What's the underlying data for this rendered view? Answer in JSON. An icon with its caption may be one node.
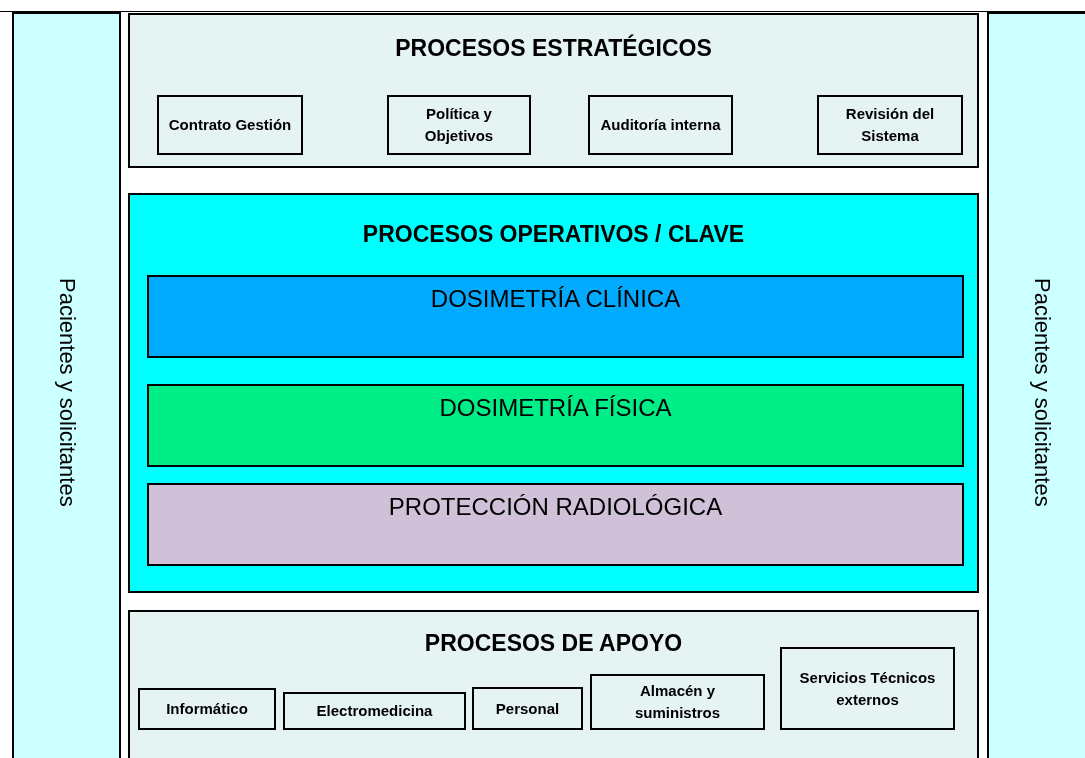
{
  "diagram": {
    "nodes": [
      {
        "text": [
          "Pacientes y solicitantes"
        ]
      },
      {
        "text": [
          "PROCESOS ESTRATÉGICOS"
        ]
      },
      {
        "text": [
          "Contrato Gestión"
        ],
        "in": 1
      },
      {
        "text": [
          "Política y Objetivos"
        ],
        "in": 1
      },
      {
        "text": [
          "Auditoría interna"
        ],
        "in": 1
      },
      {
        "text": [
          "Revisión del Sistema"
        ],
        "in": 1
      },
      {
        "text": [
          "PROCESOS OPERATIVOS / CLAVE"
        ]
      },
      {
        "text": [
          "DOSIMETRÍA CLÍNICA"
        ],
        "in": 6
      },
      {
        "text": [
          "DOSIMETRÍA FÍSICA"
        ],
        "in": 6
      },
      {
        "text": [
          "PROTECCIÓN RADIOLÓGICA"
        ],
        "in": 6
      },
      {
        "text": [
          "PROCESOS DE APOYO"
        ]
      },
      {
        "text": [
          "Informático"
        ],
        "in": 10
      },
      {
        "text": [
          "Electromedicina"
        ],
        "in": 10
      },
      {
        "text": [
          "Personal"
        ],
        "in": 10
      },
      {
        "text": [
          "Almacén y suministros"
        ],
        "in": 10
      },
      {
        "text": [
          "Servicios Técnicos externos"
        ],
        "in": 10
      },
      {
        "text": [
          "Pacientes y solicitantes"
        ]
      }
    ],
    "edges": []
  }
}
